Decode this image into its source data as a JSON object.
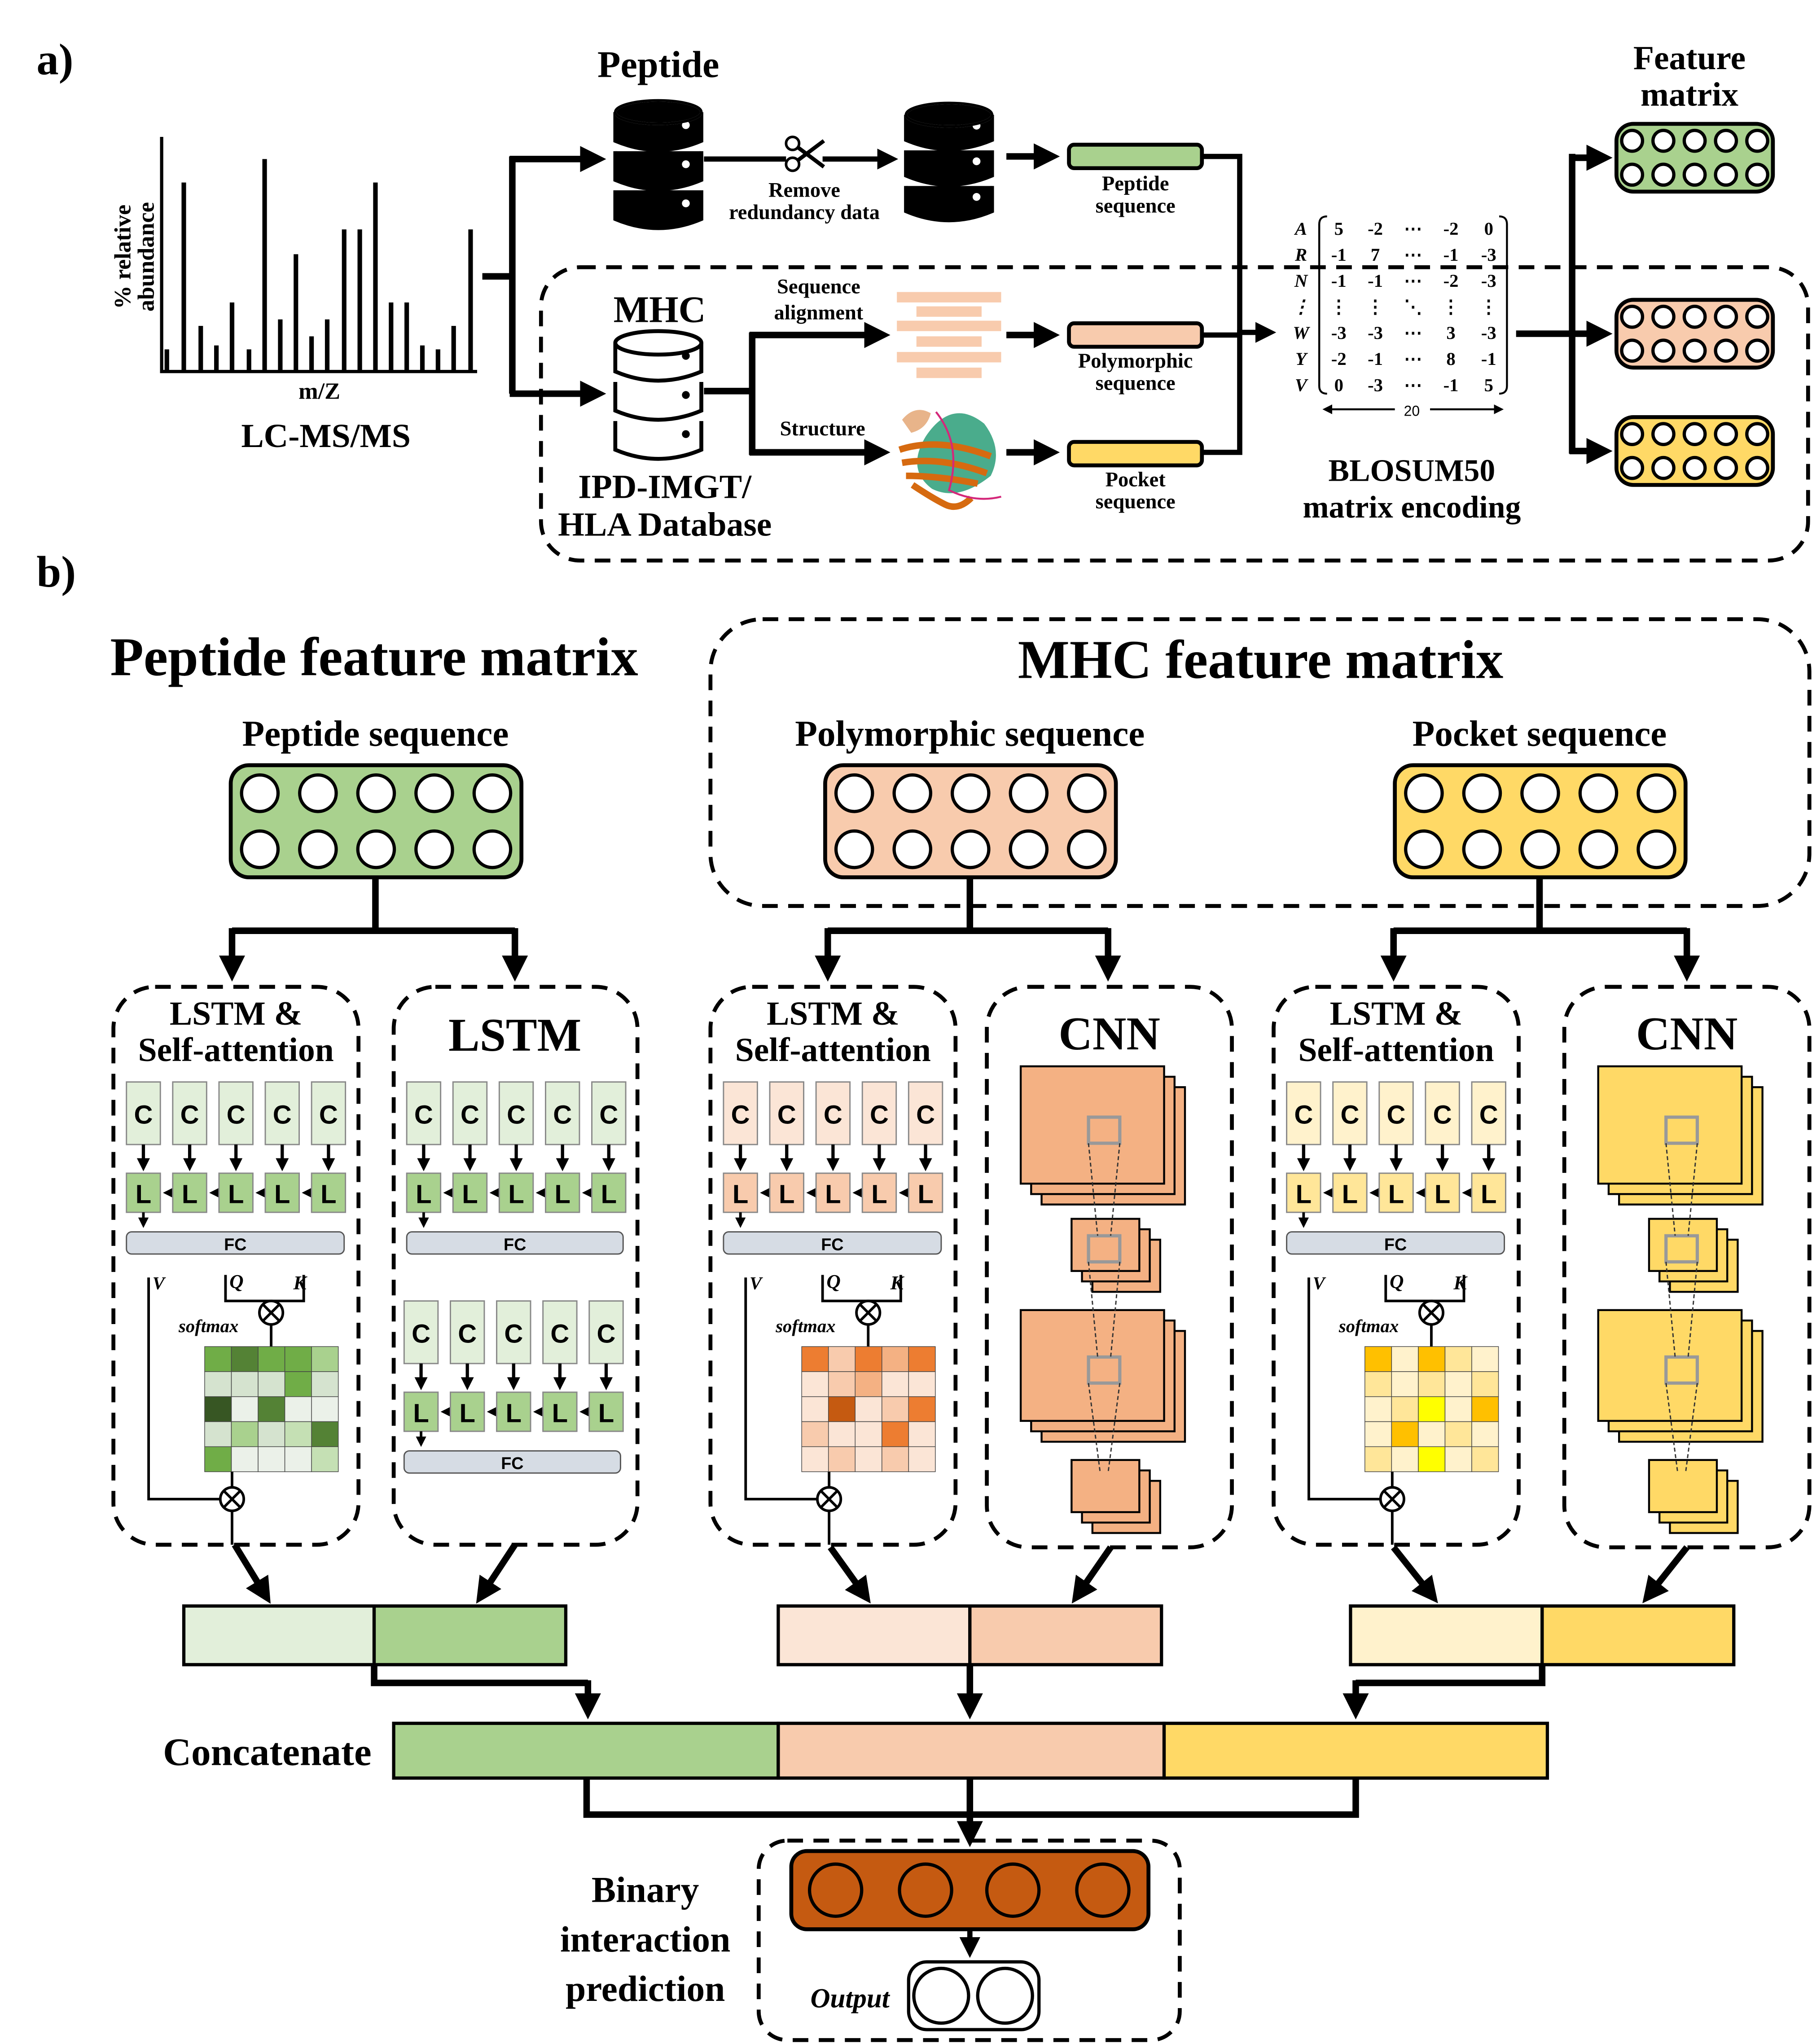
{
  "panel_a": {
    "label": "a)",
    "spectrum": {
      "ylabel_line1": "% relative",
      "ylabel_line2": "abundance",
      "xlabel": "m/Z",
      "title": "LC-MS/MS"
    },
    "peptide_title": "Peptide",
    "remove_line1": "Remove",
    "remove_line2": "redundancy data",
    "peptide_seq_line1": "Peptide",
    "peptide_seq_line2": "sequence",
    "mhc_title": "MHC",
    "db_line1": "IPD-IMGT/",
    "db_line2": "HLA Database",
    "seq_align_line1": "Sequence",
    "seq_align_line2": "alignment",
    "structure": "Structure",
    "poly_line1": "Polymorphic",
    "poly_line2": "sequence",
    "pocket_line1": "Pocket",
    "pocket_line2": "sequence",
    "blosum_line1": "BLOSUM50",
    "blosum_line2": "matrix encoding",
    "feature_line1": "Feature",
    "feature_line2": "matrix",
    "matrix": {
      "row_labels": [
        "A",
        "R",
        "N",
        "⋮",
        "W",
        "Y",
        "V"
      ],
      "rows": [
        [
          "5",
          "-2",
          "⋯",
          "-2",
          "0"
        ],
        [
          "-1",
          "7",
          "⋯",
          "-1",
          "-3"
        ],
        [
          "-1",
          "-1",
          "⋯",
          "-2",
          "-3"
        ],
        [
          "⋮",
          "⋮",
          "⋱",
          "⋮",
          "⋮"
        ],
        [
          "-3",
          "-3",
          "⋯",
          "3",
          "-3"
        ],
        [
          "-2",
          "-1",
          "⋯",
          "8",
          "-1"
        ],
        [
          "0",
          "-3",
          "⋯",
          "-1",
          "5"
        ]
      ],
      "width_label": "20"
    }
  },
  "panel_b": {
    "label": "b)",
    "peptide_feature_title": "Peptide feature matrix",
    "mhc_feature_title": "MHC feature matrix",
    "peptide_sequence": "Peptide sequence",
    "polymorphic_sequence": "Polymorphic sequence",
    "pocket_sequence": "Pocket sequence",
    "lstm_att_line1": "LSTM &",
    "lstm_att_line2": "Self-attention",
    "lstm": "LSTM",
    "cnn": "CNN",
    "cell_c": "C",
    "cell_l": "L",
    "fc": "FC",
    "v": "V",
    "q": "Q",
    "k": "K",
    "softmax": "softmax",
    "concatenate": "Concatenate",
    "binary_line1": "Binary",
    "binary_line2": "interaction",
    "binary_line3": "prediction",
    "output": "Output"
  },
  "colors": {
    "green": "#a9d18e",
    "green_light": "#e2efda",
    "peach": "#f8cbad",
    "peach_light": "#fbe5d6",
    "yellow": "#ffd966",
    "yellow_light": "#fff2cc",
    "orange": "#c55a11",
    "fc": "#d6dce4"
  },
  "heatmaps": {
    "green": [
      "#70ad47",
      "#548235",
      "#70ad47",
      "#70ad47",
      "#a9d18e",
      "#d5e3cf",
      "#d5e3cf",
      "#d5e3cf",
      "#70ad47",
      "#d5e3cf",
      "#375623",
      "#ebf1e9",
      "#548235",
      "#ebf1e9",
      "#ebf1e9",
      "#d5e3cf",
      "#a9d18e",
      "#d5e3cf",
      "#c5e0b4",
      "#548235",
      "#70ad47",
      "#ebf1e9",
      "#ebf1e9",
      "#ebf1e9",
      "#c5e0b4"
    ],
    "peach": [
      "#ed7d31",
      "#f8cbad",
      "#ed7d31",
      "#f4b183",
      "#ed7d31",
      "#fbe5d6",
      "#f8cbad",
      "#f4b183",
      "#fbe5d6",
      "#fbe5d6",
      "#fbe5d6",
      "#c55a11",
      "#fbe5d6",
      "#f8cbad",
      "#ed7d31",
      "#f8cbad",
      "#fbe5d6",
      "#fbe5d6",
      "#ed7d31",
      "#fbe5d6",
      "#fbe5d6",
      "#f8cbad",
      "#fbe5d6",
      "#f8cbad",
      "#fbe5d6"
    ],
    "yellow": [
      "#ffc000",
      "#fff2cc",
      "#ffc000",
      "#ffe699",
      "#fff2cc",
      "#ffe699",
      "#fff2cc",
      "#ffe699",
      "#fff2cc",
      "#ffe699",
      "#fff2cc",
      "#ffe699",
      "#ffff00",
      "#fff2cc",
      "#ffc000",
      "#fff2cc",
      "#ffc000",
      "#fff2cc",
      "#ffe699",
      "#fff2cc",
      "#ffe699",
      "#fff2cc",
      "#ffff00",
      "#fff2cc",
      "#ffe699"
    ]
  }
}
